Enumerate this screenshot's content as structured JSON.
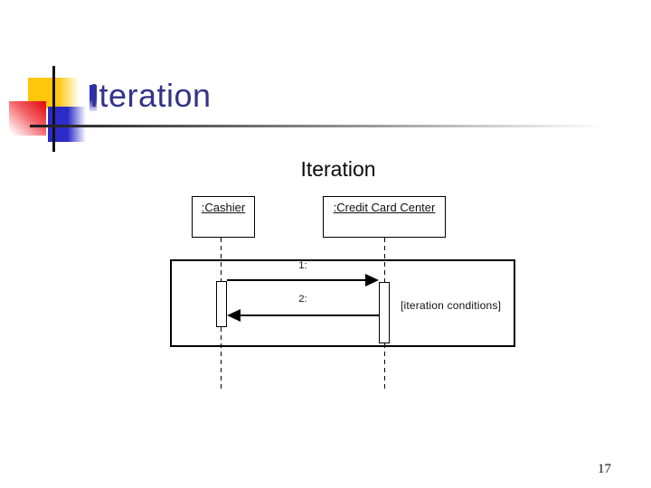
{
  "slide": {
    "title": "Iteration",
    "page_number": "17"
  },
  "diagram": {
    "subtitle": "Iteration",
    "objects": [
      {
        "label": ":Cashier"
      },
      {
        "label": ":Credit Card Center"
      }
    ],
    "messages": [
      {
        "label": "1:",
        "direction": "right"
      },
      {
        "label": "2:",
        "direction": "left"
      }
    ],
    "condition_label": "[iteration conditions]"
  },
  "colors": {
    "title_text": "#333388",
    "accent_yellow": "#FFC60A",
    "accent_red": "#E30F0F",
    "accent_blue": "#2B2BC8",
    "diagram_line": "#000000",
    "background": "#FFFFFF"
  }
}
